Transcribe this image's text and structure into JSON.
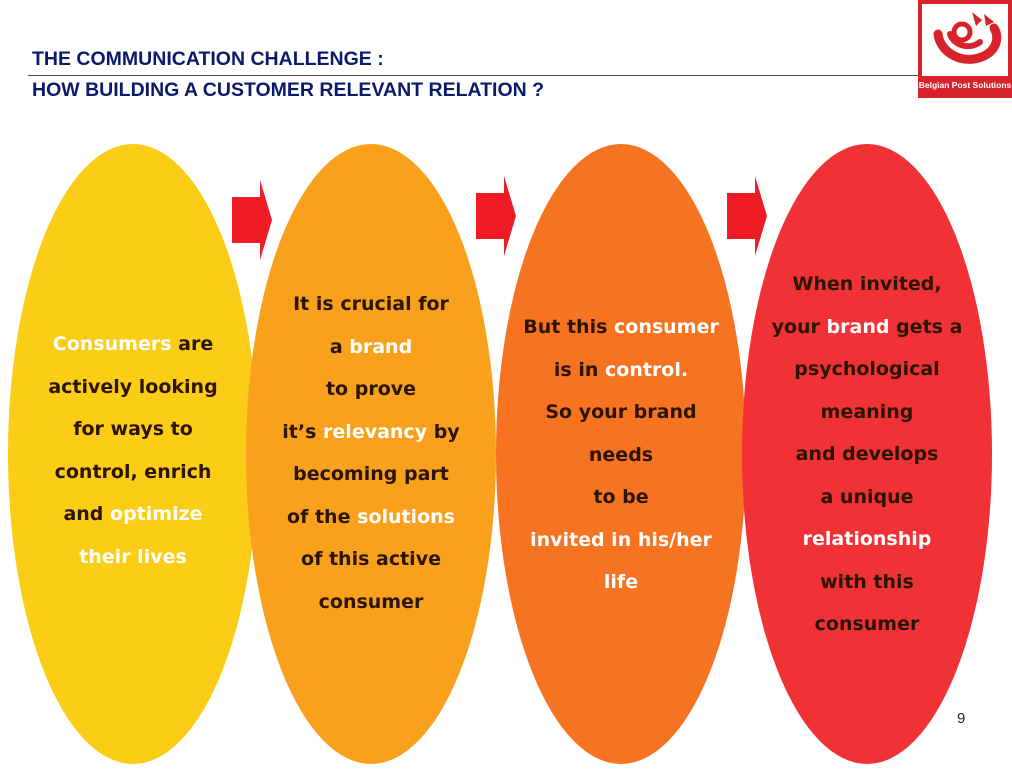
{
  "title": {
    "line1": "THE COMMUNICATION CHALLENGE :",
    "line2": "HOW BUILDING A CUSTOMER RELEVANT RELATION ?"
  },
  "logo": {
    "caption": "Belgian Post Solutions"
  },
  "colors": {
    "oval1": "#fbcd16",
    "oval2": "#f9a11d",
    "oval3": "#f57321",
    "oval4": "#f03236",
    "arrow": "#ee1c25",
    "title": "#0b1a6b",
    "highlight": "#ffffff",
    "body_text": "#2b1400"
  },
  "ovals": [
    {
      "lines": [
        [
          {
            "t": "Consumers",
            "hl": true
          },
          {
            "t": " are"
          }
        ],
        [
          {
            "t": "actively looking"
          }
        ],
        [
          {
            "t": "for ways to"
          }
        ],
        [
          {
            "t": "control, enrich"
          }
        ],
        [
          {
            "t": "and "
          },
          {
            "t": "optimize",
            "hl": true
          }
        ],
        [
          {
            "t": "their lives",
            "hl": true
          }
        ]
      ]
    },
    {
      "lines": [
        [
          {
            "t": "It is crucial for"
          }
        ],
        [
          {
            "t": "a "
          },
          {
            "t": "brand",
            "hl": true
          }
        ],
        [
          {
            "t": "to prove"
          }
        ],
        [
          {
            "t": "it’s "
          },
          {
            "t": "relevancy",
            "hl": true
          },
          {
            "t": " by"
          }
        ],
        [
          {
            "t": "becoming part"
          }
        ],
        [
          {
            "t": "of the "
          },
          {
            "t": "solutions",
            "hl": true
          }
        ],
        [
          {
            "t": "of this active"
          }
        ],
        [
          {
            "t": "consumer"
          }
        ]
      ]
    },
    {
      "lines": [
        [
          {
            "t": "But this "
          },
          {
            "t": "consumer",
            "hl": true
          }
        ],
        [
          {
            "t": "is in "
          },
          {
            "t": "control.",
            "hl": true
          }
        ],
        [
          {
            "t": "So your brand"
          }
        ],
        [
          {
            "t": "needs"
          }
        ],
        [
          {
            "t": "to be"
          }
        ],
        [
          {
            "t": "invited in his/her",
            "hl": true
          }
        ],
        [
          {
            "t": "life",
            "hl": true
          }
        ]
      ]
    },
    {
      "lines": [
        [
          {
            "t": "When invited,"
          }
        ],
        [
          {
            "t": "your "
          },
          {
            "t": "brand",
            "hl": true
          },
          {
            "t": " gets a"
          }
        ],
        [
          {
            "t": "psychological"
          }
        ],
        [
          {
            "t": "meaning"
          }
        ],
        [
          {
            "t": "and develops"
          }
        ],
        [
          {
            "t": "a unique"
          }
        ],
        [
          {
            "t": "relationship",
            "hl": true
          }
        ],
        [
          {
            "t": "with this"
          }
        ],
        [
          {
            "t": "consumer"
          }
        ]
      ]
    }
  ],
  "page_number": "9"
}
